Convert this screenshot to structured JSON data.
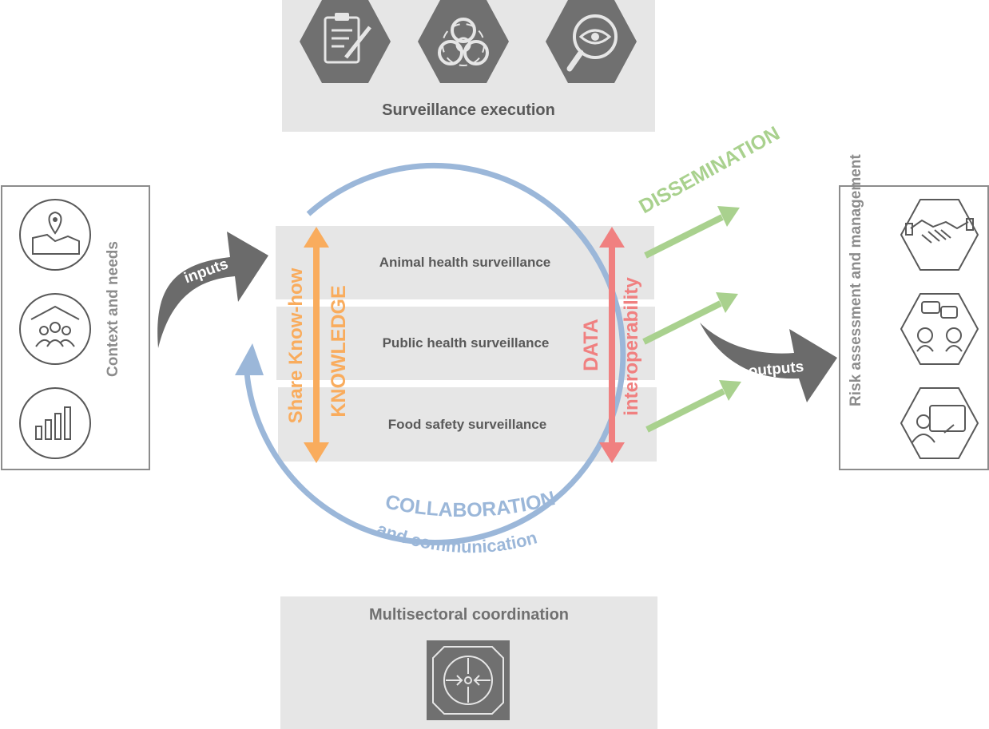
{
  "top_panel": {
    "title": "Surveillance execution",
    "icons": [
      "clipboard-icon",
      "biohazard-icon",
      "magnifier-eye-icon"
    ]
  },
  "bands": [
    {
      "label": "Animal health surveillance"
    },
    {
      "label": "Public health surveillance"
    },
    {
      "label": "Food safety surveillance"
    }
  ],
  "left_panel": {
    "title": "Context and needs",
    "icons": [
      "map-pin-icon",
      "community-icon",
      "bar-chart-icon"
    ]
  },
  "right_panel": {
    "title": "Risk assessment and management",
    "icons": [
      "handshake-icon",
      "discussion-icon",
      "presentation-icon"
    ]
  },
  "bottom_panel": {
    "title": "Multisectoral coordination",
    "icons": [
      "convergence-icon"
    ]
  },
  "flows": {
    "inputs": "inputs",
    "outputs": "outputs",
    "dissemination": "DISSEMINATION",
    "collaboration": "COLLABORATION",
    "communication": "and communication"
  },
  "knowledge": {
    "line1": "Share Know-how",
    "line2": "KNOWLEDGE"
  },
  "data_block": {
    "line1": "DATA",
    "line2": "interoperability"
  },
  "colors": {
    "grey_dark": "#6b6b6b",
    "grey_panel": "#e6e6e6",
    "blue_circle": "#9bb7d9",
    "orange_knowledge": "#f9ac5d",
    "red_data": "#f08080",
    "green_dissemination": "#a9d18e"
  }
}
